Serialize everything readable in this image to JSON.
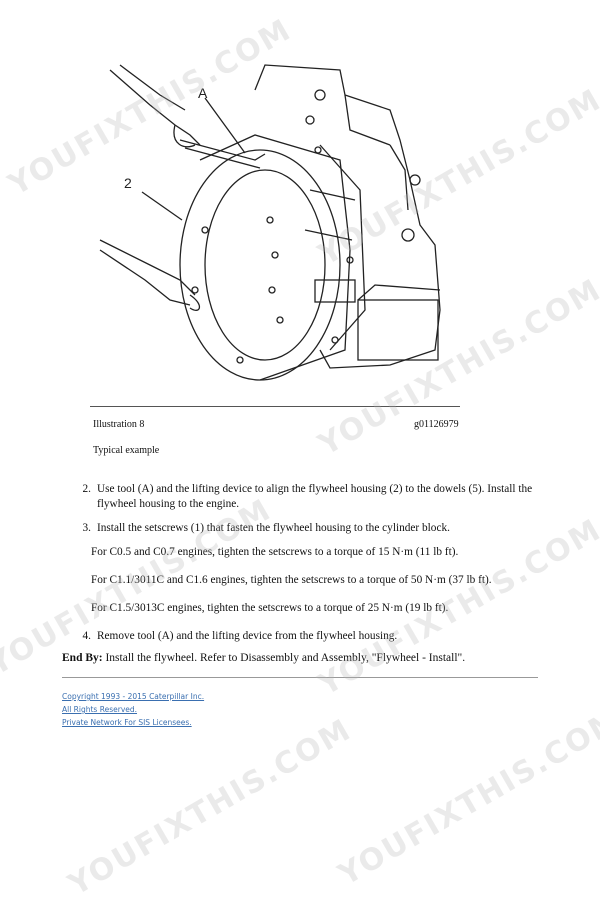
{
  "figure": {
    "callout_a": "A",
    "callout_2": "2",
    "illustration_label": "Illustration 8",
    "illustration_id": "g01126979",
    "caption": "Typical example"
  },
  "steps": [
    {
      "num": "2.",
      "text": "Use tool (A) and the lifting device to align the flywheel housing (2) to the dowels (5). Install the flywheel housing to the engine."
    },
    {
      "num": "3.",
      "text": "Install the setscrews (1) that fasten the flywheel housing to the cylinder block."
    },
    {
      "num": "4.",
      "text": "Remove tool (A) and the lifting device from the flywheel housing."
    }
  ],
  "torque_notes": [
    "For C0.5 and C0.7 engines, tighten the setscrews to a torque of 15 N·m (11 lb ft).",
    "For C1.1/3011C and C1.6 engines, tighten the setscrews to a torque of 50 N·m (37 lb ft).",
    "For C1.5/3013C engines, tighten the setscrews to a torque of 25 N·m (19 lb ft)."
  ],
  "end_by": {
    "label": "End By:",
    "text": " Install the flywheel. Refer to Disassembly and Assembly, \"Flywheel - Install\"."
  },
  "footer": {
    "copyright": "Copyright 1993 - 2015 Caterpillar Inc.",
    "rights": "All Rights Reserved.",
    "network": "Private Network For SIS Licensees."
  },
  "watermark": "YOUFIXTHIS.COM"
}
